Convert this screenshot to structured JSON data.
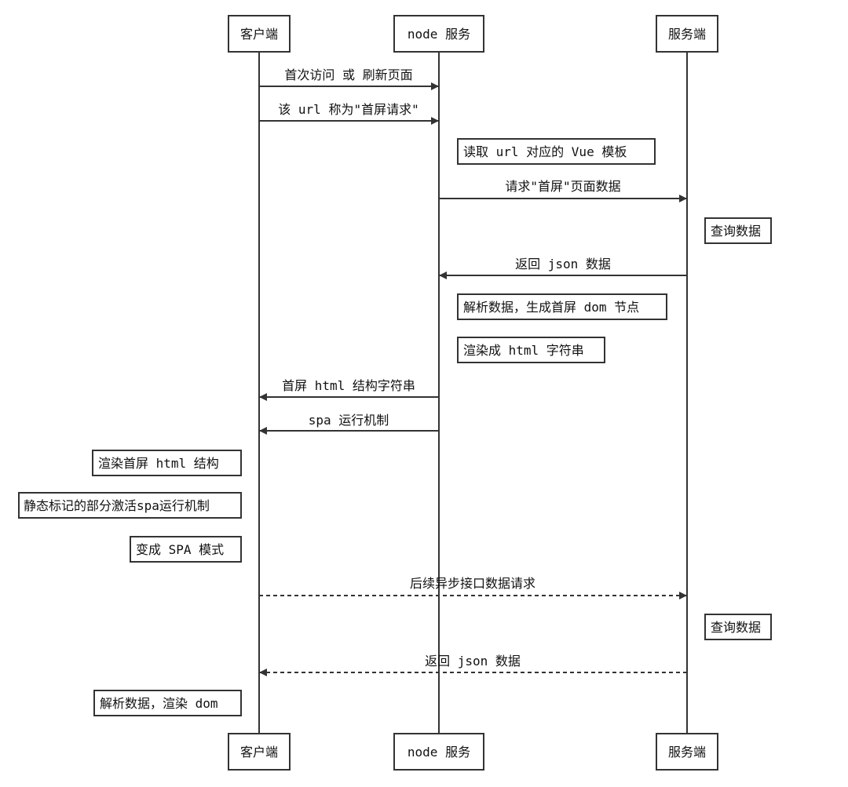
{
  "participants": [
    {
      "id": "client",
      "label": "客户端"
    },
    {
      "id": "node",
      "label": "node 服务"
    },
    {
      "id": "server",
      "label": "服务端"
    }
  ],
  "messages": [
    {
      "from": "client",
      "to": "node",
      "label": "首次访问 或 刷新页面",
      "style": "solid"
    },
    {
      "from": "client",
      "to": "node",
      "label": "该 url 称为\"首屏请求\"",
      "style": "solid"
    },
    {
      "from": "node",
      "to": "server",
      "label": "请求\"首屏\"页面数据",
      "style": "solid"
    },
    {
      "from": "server",
      "to": "node",
      "label": "返回 json 数据",
      "style": "solid"
    },
    {
      "from": "node",
      "to": "client",
      "label": "首屏 html 结构字符串",
      "style": "solid"
    },
    {
      "from": "node",
      "to": "client",
      "label": "spa 运行机制",
      "style": "solid"
    },
    {
      "from": "client",
      "to": "server",
      "label": "后续异步接口数据请求",
      "style": "dashed"
    },
    {
      "from": "server",
      "to": "client",
      "label": "返回 json 数据",
      "style": "dashed"
    }
  ],
  "notes": [
    {
      "participant": "node",
      "side": "right",
      "label": "读取 url 对应的 Vue 模板"
    },
    {
      "participant": "server",
      "side": "right",
      "label": "查询数据"
    },
    {
      "participant": "node",
      "side": "right",
      "label": "解析数据，生成首屏 dom 节点"
    },
    {
      "participant": "node",
      "side": "right",
      "label": "渲染成 html 字符串"
    },
    {
      "participant": "client",
      "side": "left",
      "label": "渲染首屏 html 结构"
    },
    {
      "participant": "client",
      "side": "left",
      "label": "静态标记的部分激活spa运行机制"
    },
    {
      "participant": "client",
      "side": "left",
      "label": "变成 SPA 模式"
    },
    {
      "participant": "server",
      "side": "right",
      "label": "查询数据"
    },
    {
      "participant": "client",
      "side": "left",
      "label": "解析数据，渲染 dom"
    }
  ]
}
